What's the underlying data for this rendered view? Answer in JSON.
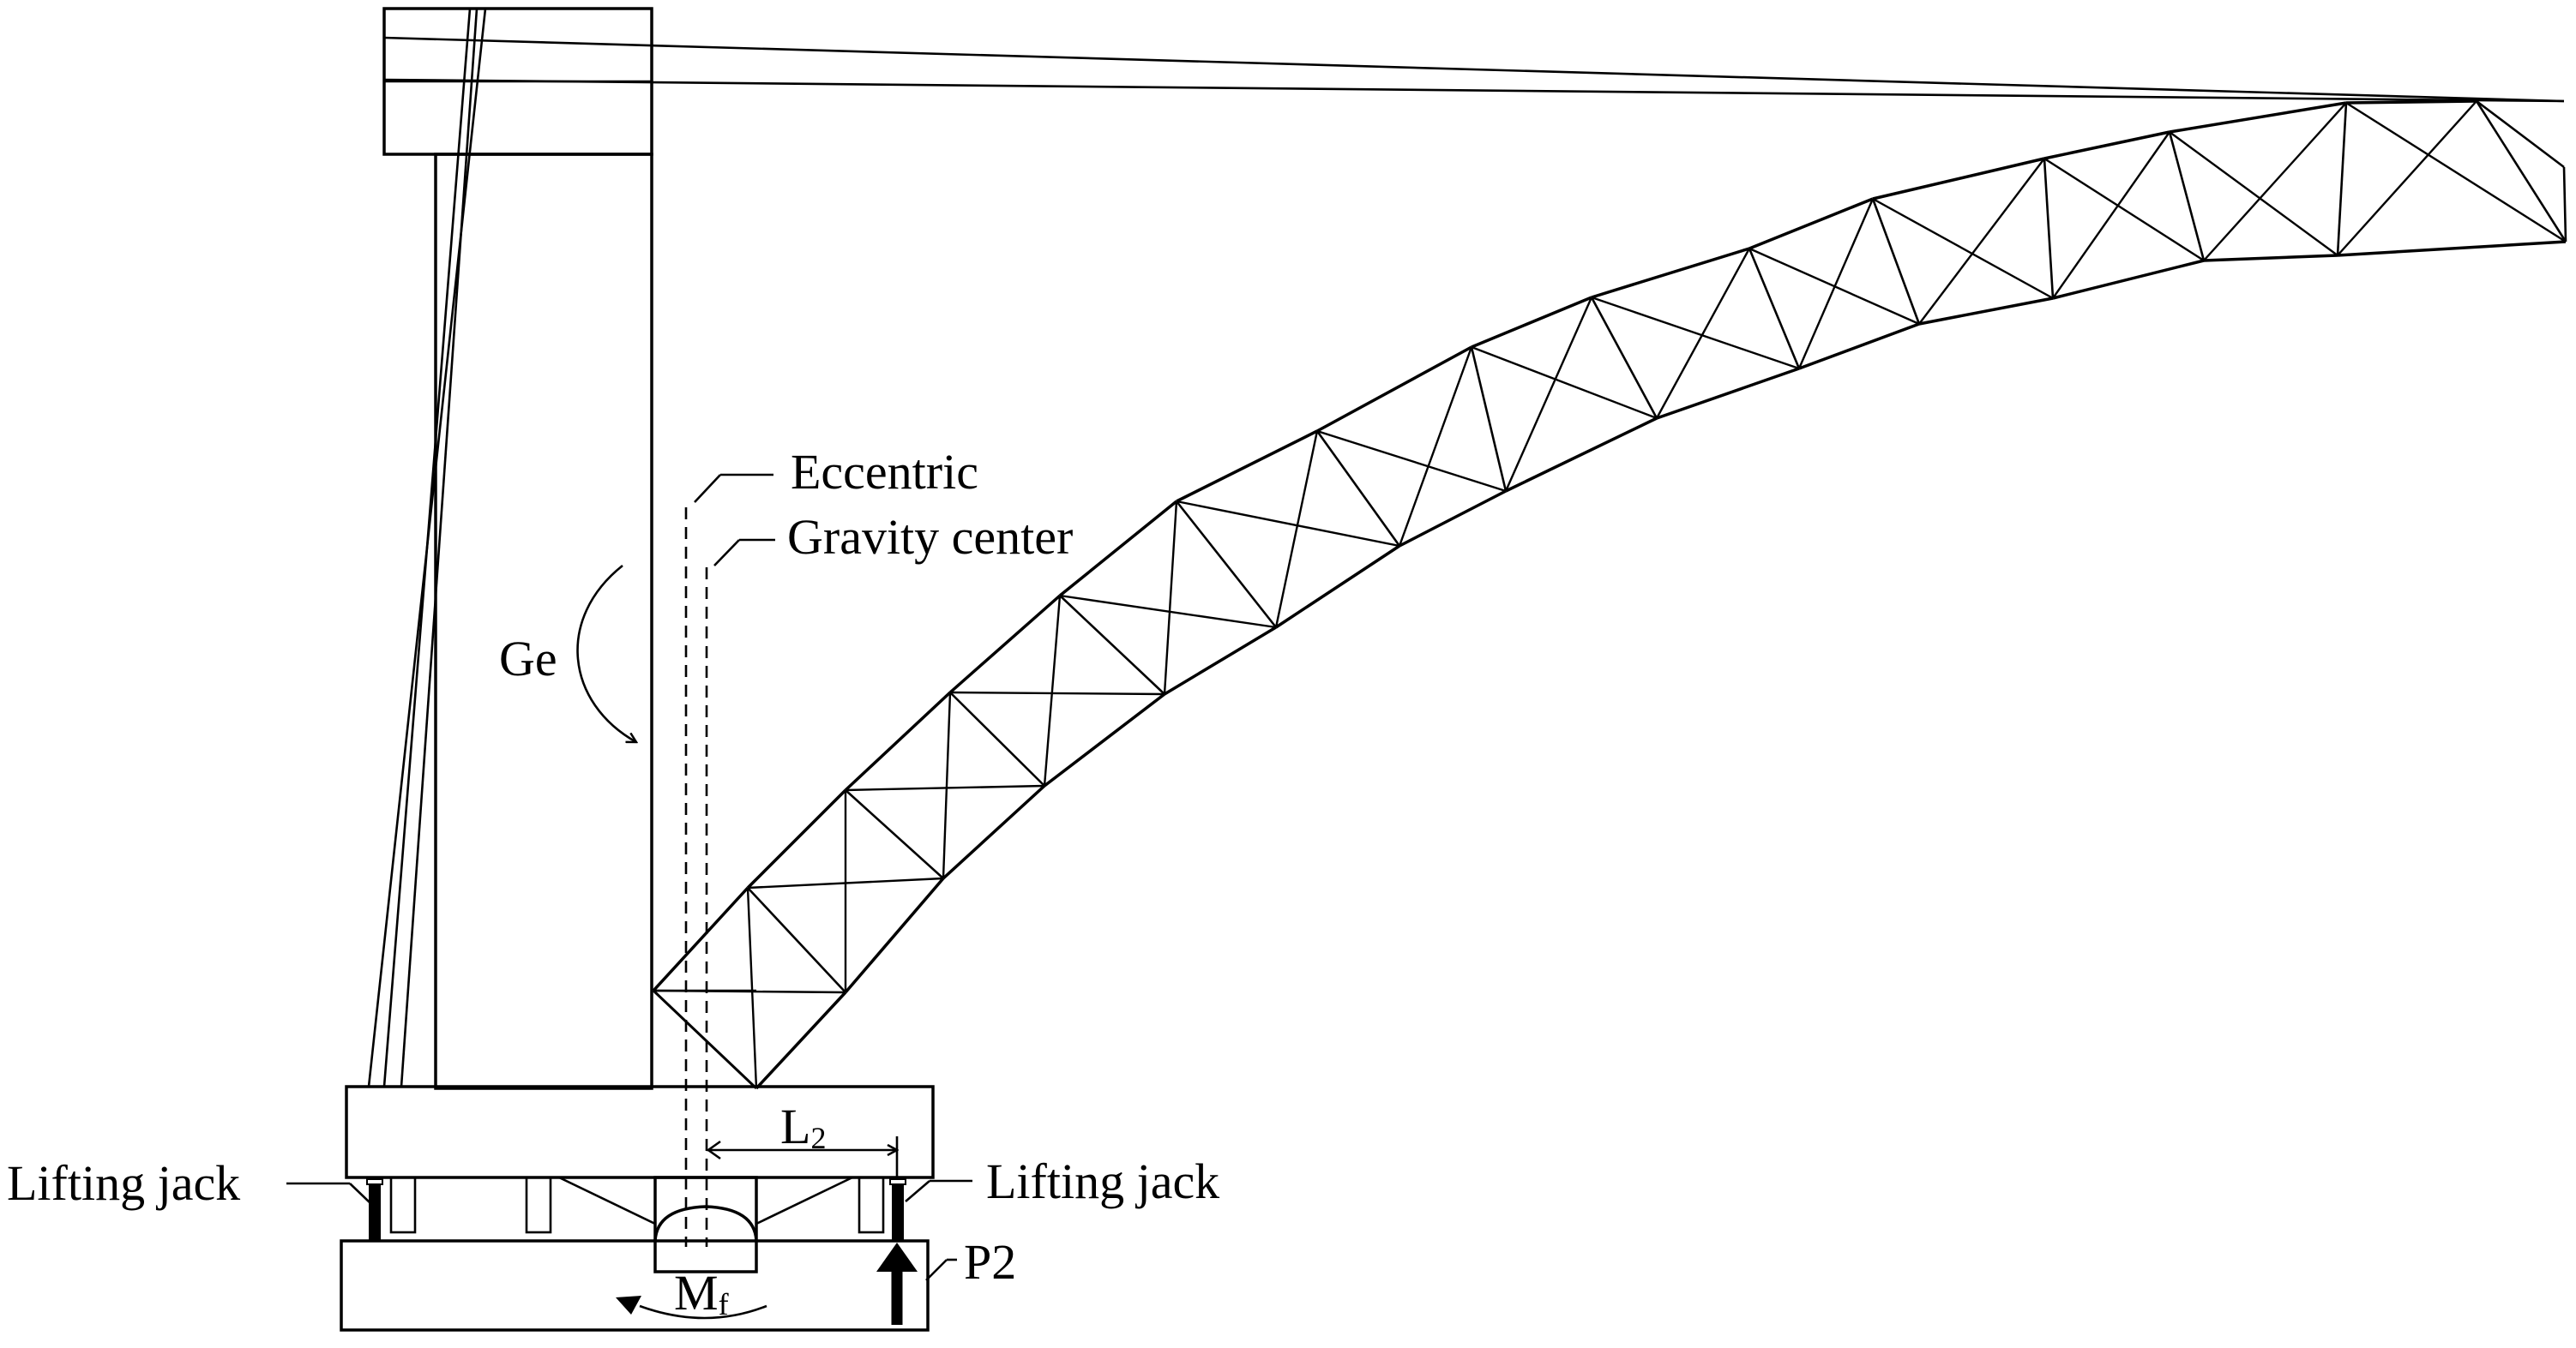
{
  "labels": {
    "eccentric": "Eccentric",
    "gravity_center": "Gravity center",
    "ge": "Ge",
    "l2_main": "L",
    "l2_sub": "2",
    "lifting_jack_left": "Lifting jack",
    "lifting_jack_right": "Lifting jack",
    "p2": "P2",
    "mf_main": "M",
    "mf_sub": "f"
  },
  "colors": {
    "stroke": "#000000",
    "background": "#ffffff"
  }
}
